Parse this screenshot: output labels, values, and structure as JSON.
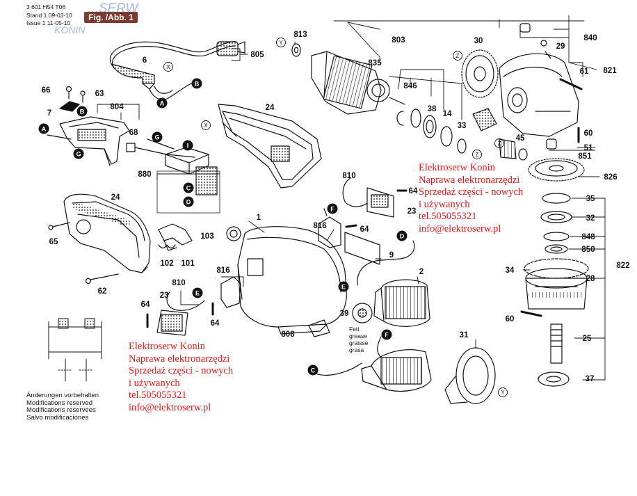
{
  "header": {
    "part_no": "3 601 H54 T06",
    "stand": "Stand 1  09-03-10",
    "issue": "Issue  1  11-05-10",
    "fig_label": "Fig. /Abb. 1"
  },
  "watermark": {
    "top": "...SERW",
    "city": "KONIN"
  },
  "promo": [
    {
      "lines": [
        "Elektroserw Konin",
        "Naprawa elektronarzędzi",
        "Sprzedaż części - nowych",
        "i używanych",
        "tel.505055321",
        "info@elektroserw.pl"
      ]
    },
    {
      "lines": [
        "Elektroserw Konin",
        "Naprawa elektronarzędzi",
        "Sprzedaż części - nowych",
        "i używanych",
        "tel.505055321",
        "info@elektroserw.pl"
      ]
    }
  ],
  "notes": [
    "Änderungen vorbehalten",
    "Modifications reserved",
    "Modifications reservees",
    "Salvo modificaciones"
  ],
  "labels": {
    "l813": "813",
    "l803": "803",
    "l805": "805",
    "l6": "6",
    "l835": "835",
    "l30": "30",
    "l840": "840",
    "l29": "29",
    "l821": "821",
    "l61": "61",
    "l66": "66",
    "l63": "63",
    "l7": "7",
    "l804": "804",
    "l68": "68",
    "l24a": "24",
    "l846": "846",
    "l38": "38",
    "l14": "14",
    "l33": "33",
    "l45": "45",
    "l60a": "60",
    "l51": "51",
    "l851": "851",
    "l826": "826",
    "l880": "880",
    "l810a": "810",
    "l64a": "64",
    "l23a": "23",
    "l35": "35",
    "l32": "32",
    "l24b": "24",
    "l1": "1",
    "l816a": "816",
    "l64b": "64",
    "l9": "9",
    "l848": "848",
    "l850": "850",
    "l65": "65",
    "l103": "103",
    "l34": "34",
    "l28": "28",
    "l822": "822",
    "l102": "102",
    "l101": "101",
    "l816b": "816",
    "l2": "2",
    "l62": "62",
    "l810b": "810",
    "l23b": "23",
    "l39": "39",
    "l60b": "60",
    "l64c": "64",
    "l64d": "64",
    "l808": "808",
    "l31": "31",
    "l25": "25",
    "l37": "37",
    "fett1": "Fett",
    "fett2": "grease",
    "fett3": "graisse",
    "fett4": "grasa"
  },
  "markers": {
    "A": "A",
    "B": "B",
    "C": "C",
    "D": "D",
    "E": "E",
    "F": "F",
    "G": "G",
    "I": "I",
    "X": "X",
    "Y": "Y",
    "Z": "Z"
  }
}
